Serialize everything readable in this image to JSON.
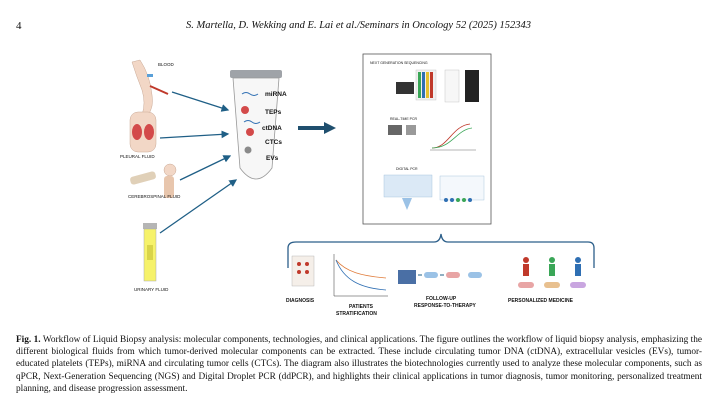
{
  "header": {
    "page_number": "4",
    "running_title": "S. Martella, D. Wekking and E. Lai et al./Seminars in Oncology 52 (2025) 152343"
  },
  "figure": {
    "fluids": {
      "blood": "BLOOD",
      "pleural": "PLEURAL FLUID",
      "cerebrospinal": "CEREBROSPINAL FLUID",
      "urinary": "URINARY FLUID"
    },
    "components": [
      "miRNA",
      "TEPs",
      "ctDNA",
      "CTCs",
      "EVs"
    ],
    "technologies": {
      "ngs": "NEXT GENERATION SEQUENCING",
      "rtpcr": "REAL-TIME PCR",
      "dpcr": "DIGITAL PCR"
    },
    "applications": {
      "diagnosis": "DIAGNOSIS",
      "stratification": [
        "PATIENTS",
        "STRATIFICATION"
      ],
      "followup": [
        "FOLLOW-UP",
        "RESPONSE-TO-THERAPY"
      ],
      "personalized": "PERSONALIZED MEDICINE"
    },
    "colors": {
      "arrow": "#1f5f86",
      "bracket": "#2c5f8a",
      "red": "#c0392b",
      "blue": "#2f6fb3",
      "green": "#3aa657"
    }
  },
  "caption": {
    "label": "Fig. 1.",
    "text": "Workflow of Liquid Biopsy analysis: molecular components, technologies, and clinical applications. The figure outlines the workflow of liquid biopsy analysis, emphasizing the different biological fluids from which tumor-derived molecular components can be extracted. These include circulating tumor DNA (ctDNA), extracellular vesicles (EVs), tumor-educated platelets (TEPs), miRNA and circulating tumor cells (CTCs). The diagram also illustrates the biotechnologies currently used to analyze these molecular components, such as qPCR, Next-Generation Sequencing (NGS) and Digital Droplet PCR (ddPCR), and highlights their clinical applications in tumor diagnosis, tumor monitoring, personalized treatment planning, and disease progression assessment."
  }
}
